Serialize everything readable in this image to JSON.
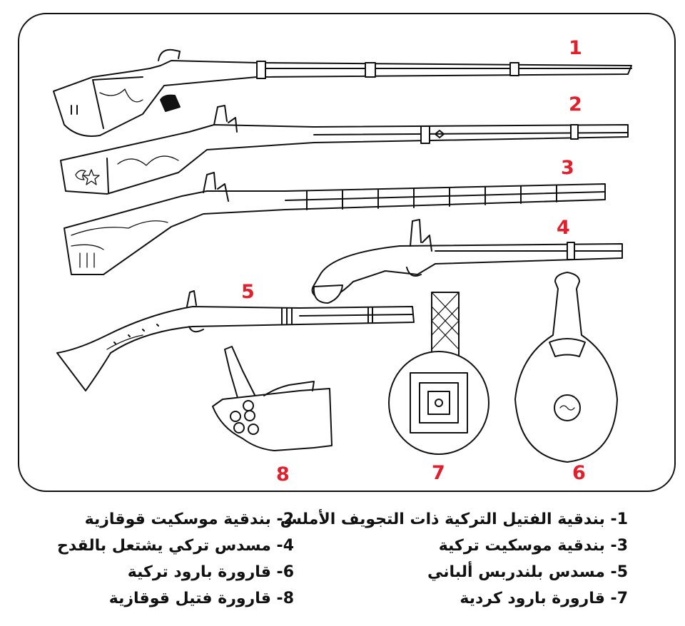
{
  "figure": {
    "numbers": [
      "1",
      "2",
      "3",
      "4",
      "5",
      "6",
      "7",
      "8"
    ],
    "legend": [
      "1- بندقية الفتيل التركية ذات التجويف الأملس",
      "2- بندقية موسكيت قوقازية",
      "3- بندقية موسكيت تركية",
      "4- مسدس تركي يشتعل بالقدح",
      "5- مسدس بلندربس ألباني",
      "6- قارورة بارود تركية",
      "7- قارورة بارود كردية",
      "8- قارورة فتيل قوقازية"
    ]
  },
  "colors": {
    "number_red": "#e0202c",
    "ink": "#111111",
    "background": "#ffffff"
  }
}
